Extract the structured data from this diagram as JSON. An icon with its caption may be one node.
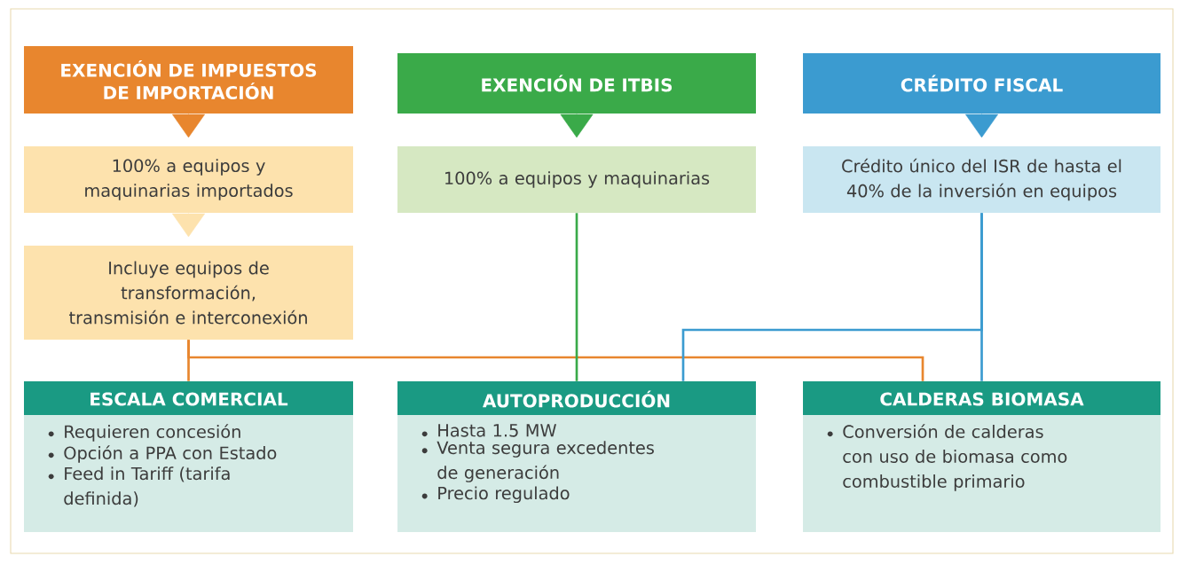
{
  "diagram": {
    "nodes": [
      {
        "text": [
          "EXENCIÓN DE IMPUESTOS DE IMPORTACIÓN"
        ]
      },
      {
        "text": [
          "100% a equipos y maquinarias importados"
        ]
      },
      {
        "text": [
          "Incluye equipos de transformación, transmisión e interconexión"
        ]
      },
      {
        "text": [
          "EXENCIÓN DE ITBIS"
        ]
      },
      {
        "text": [
          "100% a equipos y maquinarias"
        ]
      },
      {
        "text": [
          "CRÉDITO FISCAL"
        ]
      },
      {
        "text": [
          "Crédito único del ISR de hasta el 40% de la inversión en equipos"
        ]
      },
      {
        "text": [
          "ESCALA COMERCIAL",
          "Requieren concesión",
          "Opción a PPA con Estado",
          "Feed in Tariff (tarifa definida)"
        ]
      },
      {
        "text": [
          "AUTOPRODUCCIÓN",
          "Hasta 1.5 MW",
          "Venta segura excedentes de generación",
          "Precio regulado"
        ]
      },
      {
        "text": [
          "CALDERAS BIOMASA",
          "Conversión de calderas con uso de biomasa como combustible primario"
        ]
      }
    ],
    "edges": [
      {
        "from": 0,
        "to": 1,
        "arrow": "to",
        "color": "#e8862e"
      },
      {
        "from": 1,
        "to": 2,
        "arrow": "to",
        "color": "#fde2ad"
      },
      {
        "from": 3,
        "to": 4,
        "arrow": "to",
        "color": "#3aaa49"
      },
      {
        "from": 5,
        "to": 6,
        "arrow": "to",
        "color": "#3b9bd0"
      },
      {
        "from": 2,
        "to": 7,
        "arrow": "none",
        "color": "#e8862e"
      },
      {
        "from": 2,
        "to": 9,
        "arrow": "none",
        "color": "#e8862e"
      },
      {
        "from": 4,
        "to": 8,
        "arrow": "none",
        "color": "#3aaa49"
      },
      {
        "from": 6,
        "to": 9,
        "arrow": "none",
        "color": "#3b9bd0"
      },
      {
        "from": 6,
        "to": 8,
        "arrow": "none",
        "color": "#3b9bd0"
      }
    ]
  }
}
